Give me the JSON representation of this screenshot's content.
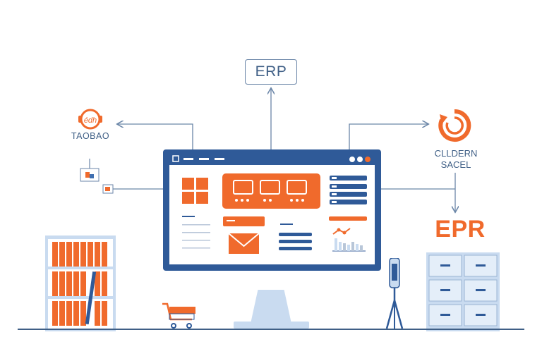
{
  "labels": {
    "erp_top": "ERP",
    "left_brand": "TAOBAO",
    "left_logo_text": "édh",
    "right_brand_line1": "CLLDERN",
    "right_brand_line2": "SACEL",
    "right_title": "EPR"
  },
  "colors": {
    "accent_orange": "#f06a2c",
    "monitor_blue": "#2f5a98",
    "line_blue": "#6b86a8",
    "light_blue": "#c9dbf0"
  },
  "icons": [
    "taobao-logo-icon",
    "sync-logo-icon",
    "envelope-icon",
    "chart-icon",
    "shopping-cart-icon",
    "cabinet-icon",
    "bookshelf-icon",
    "camera-tripod-icon",
    "search-icon"
  ]
}
